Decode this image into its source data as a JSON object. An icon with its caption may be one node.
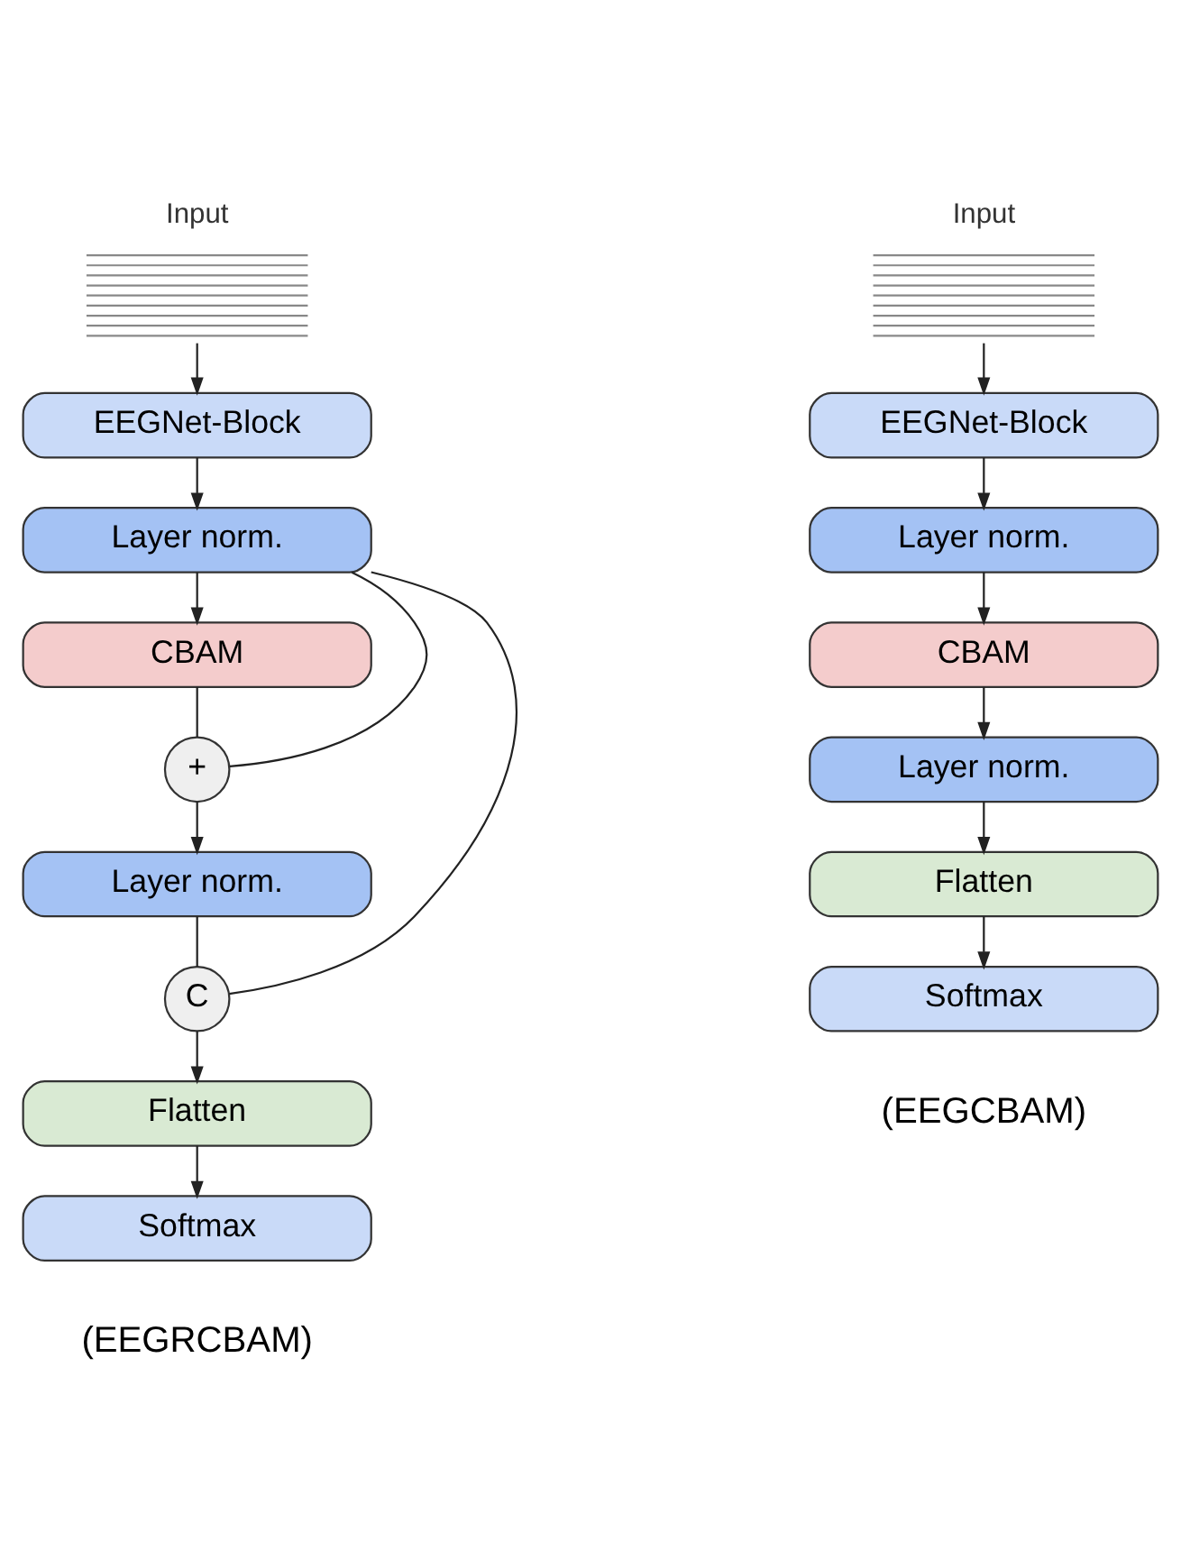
{
  "diagram": {
    "nodes": [
      {
        "text": [
          "Input"
        ]
      },
      {
        "text": [
          "EEGNet-Block"
        ]
      },
      {
        "text": [
          "Layer norm."
        ]
      },
      {
        "text": [
          "CBAM"
        ]
      },
      {
        "text": [
          "+"
        ]
      },
      {
        "text": [
          "Layer norm."
        ]
      },
      {
        "text": [
          "C"
        ]
      },
      {
        "text": [
          "Flatten"
        ]
      },
      {
        "text": [
          "Softmax"
        ]
      },
      {
        "text": [
          "Input"
        ]
      },
      {
        "text": [
          "EEGNet-Block"
        ]
      },
      {
        "text": [
          "Layer norm."
        ]
      },
      {
        "text": [
          "CBAM"
        ]
      },
      {
        "text": [
          "Layer norm."
        ]
      },
      {
        "text": [
          "Flatten"
        ]
      },
      {
        "text": [
          "Softmax"
        ]
      }
    ],
    "edges": [
      {
        "from": 0,
        "to": 1,
        "arrow": "to"
      },
      {
        "from": 1,
        "to": 2,
        "arrow": "to"
      },
      {
        "from": 2,
        "to": 3,
        "arrow": "to"
      },
      {
        "from": 3,
        "to": 4,
        "arrow": "none"
      },
      {
        "from": 2,
        "to": 4,
        "arrow": "none"
      },
      {
        "from": 4,
        "to": 5,
        "arrow": "to"
      },
      {
        "from": 5,
        "to": 6,
        "arrow": "none"
      },
      {
        "from": 2,
        "to": 6,
        "arrow": "none"
      },
      {
        "from": 6,
        "to": 7,
        "arrow": "to"
      },
      {
        "from": 7,
        "to": 8,
        "arrow": "to"
      },
      {
        "from": 9,
        "to": 10,
        "arrow": "to"
      },
      {
        "from": 10,
        "to": 11,
        "arrow": "to"
      },
      {
        "from": 11,
        "to": 12,
        "arrow": "to"
      },
      {
        "from": 12,
        "to": 13,
        "arrow": "to"
      },
      {
        "from": 13,
        "to": 14,
        "arrow": "to"
      },
      {
        "from": 14,
        "to": 15,
        "arrow": "to"
      }
    ],
    "labels": [
      "(EEGRCBAM)",
      "(EEGCBAM)"
    ]
  }
}
